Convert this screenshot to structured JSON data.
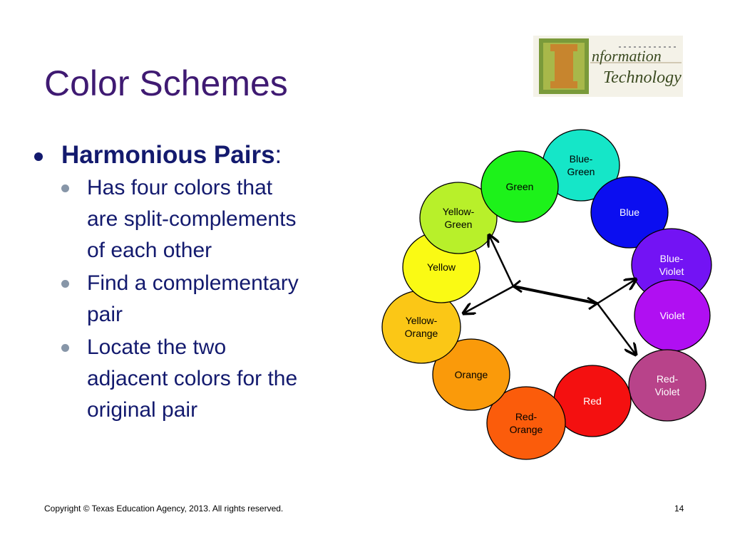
{
  "slide": {
    "title": "Color Schemes",
    "logo_text": [
      "nformation",
      "Technology"
    ],
    "bullets": {
      "heading": "Harmonious Pairs",
      "heading_colon": ":",
      "items": [
        [
          "Has four colors that",
          "are split-complements",
          "of each other"
        ],
        [
          "Find a complementary",
          "pair"
        ],
        [
          "Locate the two",
          "adjacent colors for the",
          "original pair"
        ]
      ]
    },
    "footer": "Copyright © Texas Education Agency, 2013.  All rights reserved.",
    "page_number": "14"
  },
  "wheel": {
    "circles": [
      {
        "id": "blue-green",
        "label": [
          "Blue-",
          "Green"
        ],
        "color": "#15e6c8",
        "text": "#000000"
      },
      {
        "id": "blue",
        "label": [
          "Blue"
        ],
        "color": "#0b0ef0",
        "text": "#ffffff"
      },
      {
        "id": "blue-violet",
        "label": [
          "Blue-",
          "Violet"
        ],
        "color": "#7313f4",
        "text": "#ffffff"
      },
      {
        "id": "violet",
        "label": [
          "Violet"
        ],
        "color": "#b00ff2",
        "text": "#ffffff"
      },
      {
        "id": "red-violet",
        "label": [
          "Red-",
          "Violet"
        ],
        "color": "#b8438a",
        "text": "#ffffff"
      },
      {
        "id": "red",
        "label": [
          "Red"
        ],
        "color": "#f41010",
        "text": "#ffffff"
      },
      {
        "id": "red-orange",
        "label": [
          "Red-",
          "Orange"
        ],
        "color": "#fb5c0b",
        "text": "#000000"
      },
      {
        "id": "orange",
        "label": [
          "Orange"
        ],
        "color": "#fa9a0a",
        "text": "#000000"
      },
      {
        "id": "yellow-orange",
        "label": [
          "Yellow-",
          "Orange"
        ],
        "color": "#fbc716",
        "text": "#000000"
      },
      {
        "id": "yellow",
        "label": [
          "Yellow"
        ],
        "color": "#fafa14",
        "text": "#000000"
      },
      {
        "id": "yellow-green",
        "label": [
          "Yellow-",
          "Green"
        ],
        "color": "#b8f02a",
        "text": "#000000"
      },
      {
        "id": "green",
        "label": [
          "Green"
        ],
        "color": "#1df21a",
        "text": "#000000"
      }
    ]
  }
}
